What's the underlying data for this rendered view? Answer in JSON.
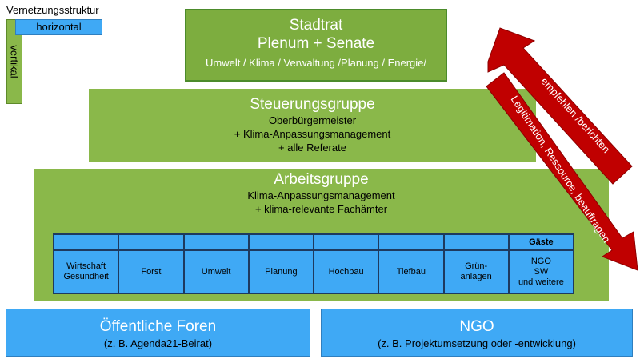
{
  "legend": {
    "title": "Vernetzungsstruktur",
    "horizontal": "horizontal",
    "vertical": "vertikal"
  },
  "stadtrat": {
    "title": "Stadtrat",
    "subtitle": "Plenum + Senate",
    "topics": "Umwelt / Klima / Verwaltung /Planung / Energie/"
  },
  "steuerungsgruppe": {
    "title": "Steuerungsgruppe",
    "lines": [
      "Oberbürgermeister",
      "+ Klima-Anpassungsmanagement",
      "+ alle Referate"
    ]
  },
  "arbeitsgruppe": {
    "title": "Arbeitsgruppe",
    "lines": [
      "Klima-Anpassungsmanagement",
      "+ klima-relevante Fachämter"
    ]
  },
  "grid": {
    "header_guest": "Gäste",
    "cells": [
      [
        "Wirtschaft",
        "Gesundheit"
      ],
      [
        "Forst"
      ],
      [
        "Umwelt"
      ],
      [
        "Planung"
      ],
      [
        "Hochbau"
      ],
      [
        "Tiefbau"
      ],
      [
        "Grün-",
        "anlagen"
      ],
      [
        "NGO",
        "SW",
        "und weitere"
      ]
    ]
  },
  "foren": {
    "title": "Öffentliche Foren",
    "subtitle": "(z. B. Agenda21-Beirat)"
  },
  "ngo": {
    "title": "NGO",
    "subtitle": "(z. B. Projektumsetzung oder -entwicklung)"
  },
  "arrows": {
    "up_label": "empfehlen /berichten",
    "down_label": "Legitimation, Ressource, beauftragen",
    "color": "#c00000"
  }
}
